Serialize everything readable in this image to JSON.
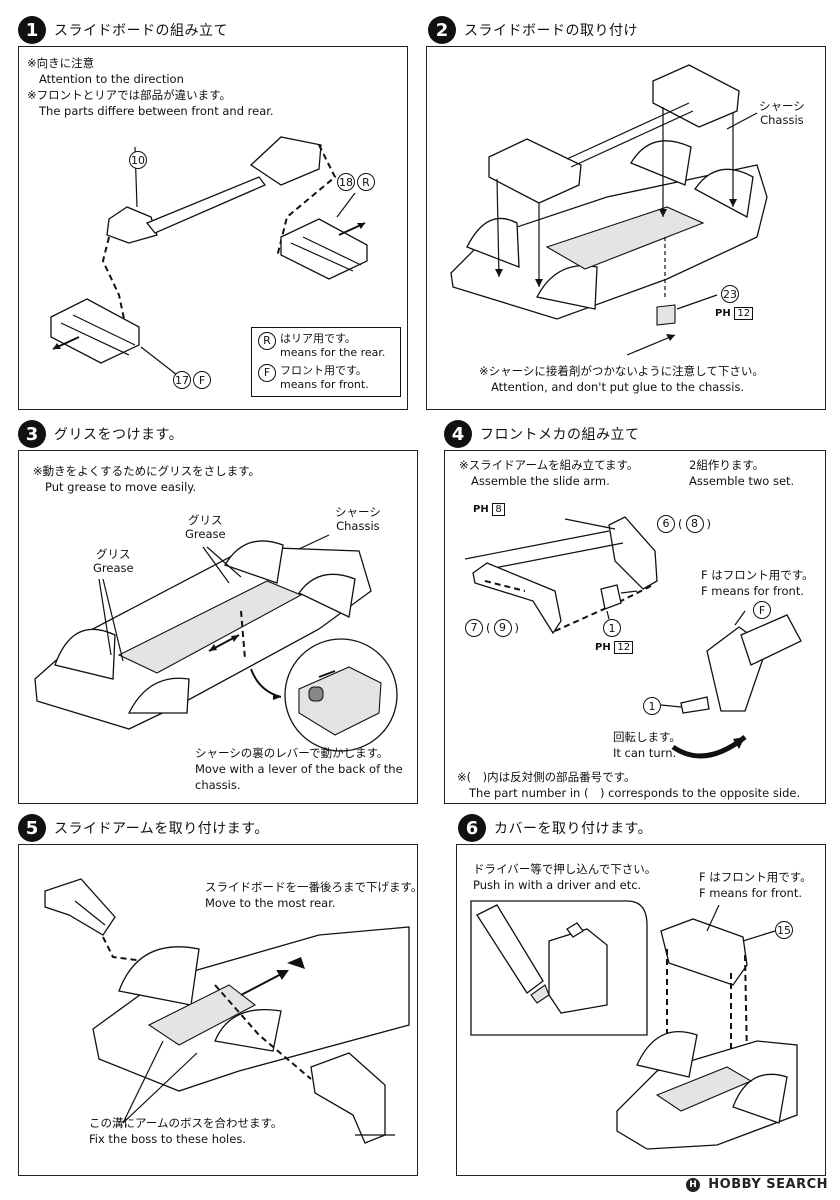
{
  "steps": [
    {
      "num": "1",
      "title": "スライドボードの組み立て"
    },
    {
      "num": "2",
      "title": "スライドボードの取り付け"
    },
    {
      "num": "3",
      "title": "グリスをつけます。"
    },
    {
      "num": "4",
      "title": "フロントメカの組み立て"
    },
    {
      "num": "5",
      "title": "スライドアームを取り付けます。"
    },
    {
      "num": "6",
      "title": "カバーを取り付けます。"
    }
  ],
  "step1": {
    "note_jp1": "※向きに注意",
    "note_en1": "Attention to the direction",
    "note_jp2": "※フロントとリアでは部品が違います。",
    "note_en2": "The parts differe between front and rear.",
    "part10": "10",
    "part18": "18",
    "part18_letter": "R",
    "part17": "17",
    "part17_letter": "F",
    "legend_r_letter": "R",
    "legend_r_jp": "はリア用です。",
    "legend_r_en": "means for the rear.",
    "legend_f_letter": "F",
    "legend_f_jp": "フロント用です。",
    "legend_f_en": "means for front."
  },
  "step2": {
    "chassis_jp": "シャーシ",
    "chassis_en": "Chassis",
    "part23": "23",
    "ph": "PH",
    "ph_num": "12",
    "note_jp": "※シャーシに接着剤がつかないように注意して下さい。",
    "note_en": "Attention, and don't put glue to the chassis."
  },
  "step3": {
    "note_jp": "※動きをよくするためにグリスをさします。",
    "note_en": "Put grease to move easily.",
    "grease_jp": "グリス",
    "grease_en": "Grease",
    "chassis_jp": "シャーシ",
    "chassis_en": "Chassis",
    "lever_jp": "シャーシの裏のレバーで動かします。",
    "lever_en1": "Move with a lever of the back of the",
    "lever_en2": "chassis."
  },
  "step4": {
    "note_jp": "※スライドアームを組み立てます。",
    "note_en": "Assemble the slide arm.",
    "set_jp": "2組作ります。",
    "set_en": "Assemble two set.",
    "ph": "PH",
    "ph8": "8",
    "ph12": "12",
    "part6": "6",
    "part8": "8",
    "part7": "7",
    "part9": "9",
    "part1": "1",
    "f_jp": "F はフロント用です。",
    "f_en": "F means for front.",
    "f_letter": "F",
    "turn_jp": "回転します。",
    "turn_en": "It can turn.",
    "bottom_jp": "※(　)内は反対側の部品番号です。",
    "bottom_en": "The part number in (　) corresponds to the opposite side."
  },
  "step5": {
    "rear_jp": "スライドボードを一番後ろまで下げます。",
    "rear_en": "Move to the most rear.",
    "holes_jp": "この溝にアームのボスを合わせます。",
    "holes_en": "Fix the boss to these holes."
  },
  "step6": {
    "driver_jp": "ドライバー等で押し込んで下さい。",
    "driver_en": "Push in with a driver and etc.",
    "f_jp": "F はフロント用です。",
    "f_en": "F means for front.",
    "part15": "15"
  },
  "footer": {
    "brand": "HOBBY SEARCH",
    "logo": "H"
  }
}
